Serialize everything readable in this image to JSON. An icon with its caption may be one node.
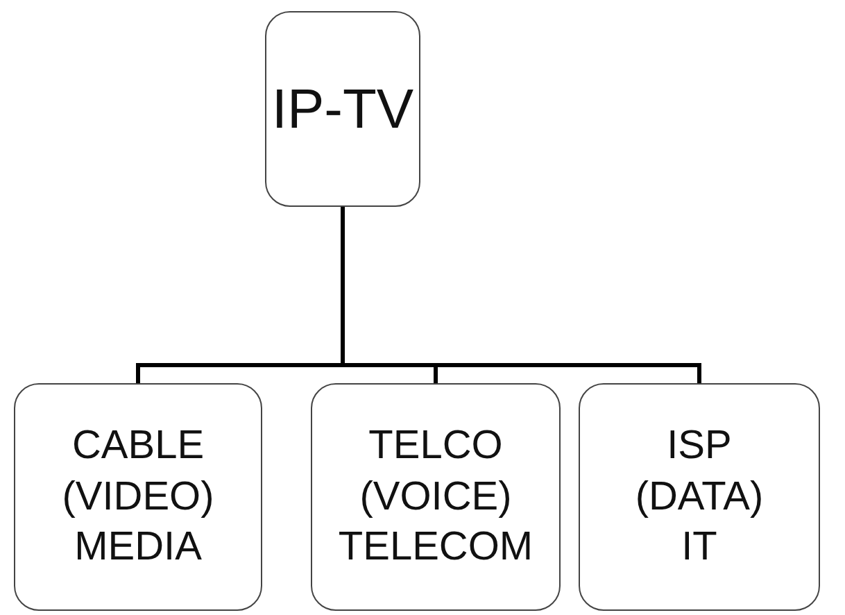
{
  "diagram": {
    "nodes": [
      {
        "text": [
          "IP-TV"
        ]
      },
      {
        "text": [
          "CABLE",
          "(VIDEO)",
          "MEDIA"
        ]
      },
      {
        "text": [
          "TELCO",
          "(VOICE)",
          "TELECOM"
        ]
      },
      {
        "text": [
          "ISP",
          "(DATA)",
          "IT"
        ]
      }
    ],
    "edges": [
      {
        "from": 0,
        "to": 1,
        "arrow": "none"
      },
      {
        "from": 0,
        "to": 2,
        "arrow": "none"
      },
      {
        "from": 0,
        "to": 3,
        "arrow": "none"
      }
    ]
  }
}
